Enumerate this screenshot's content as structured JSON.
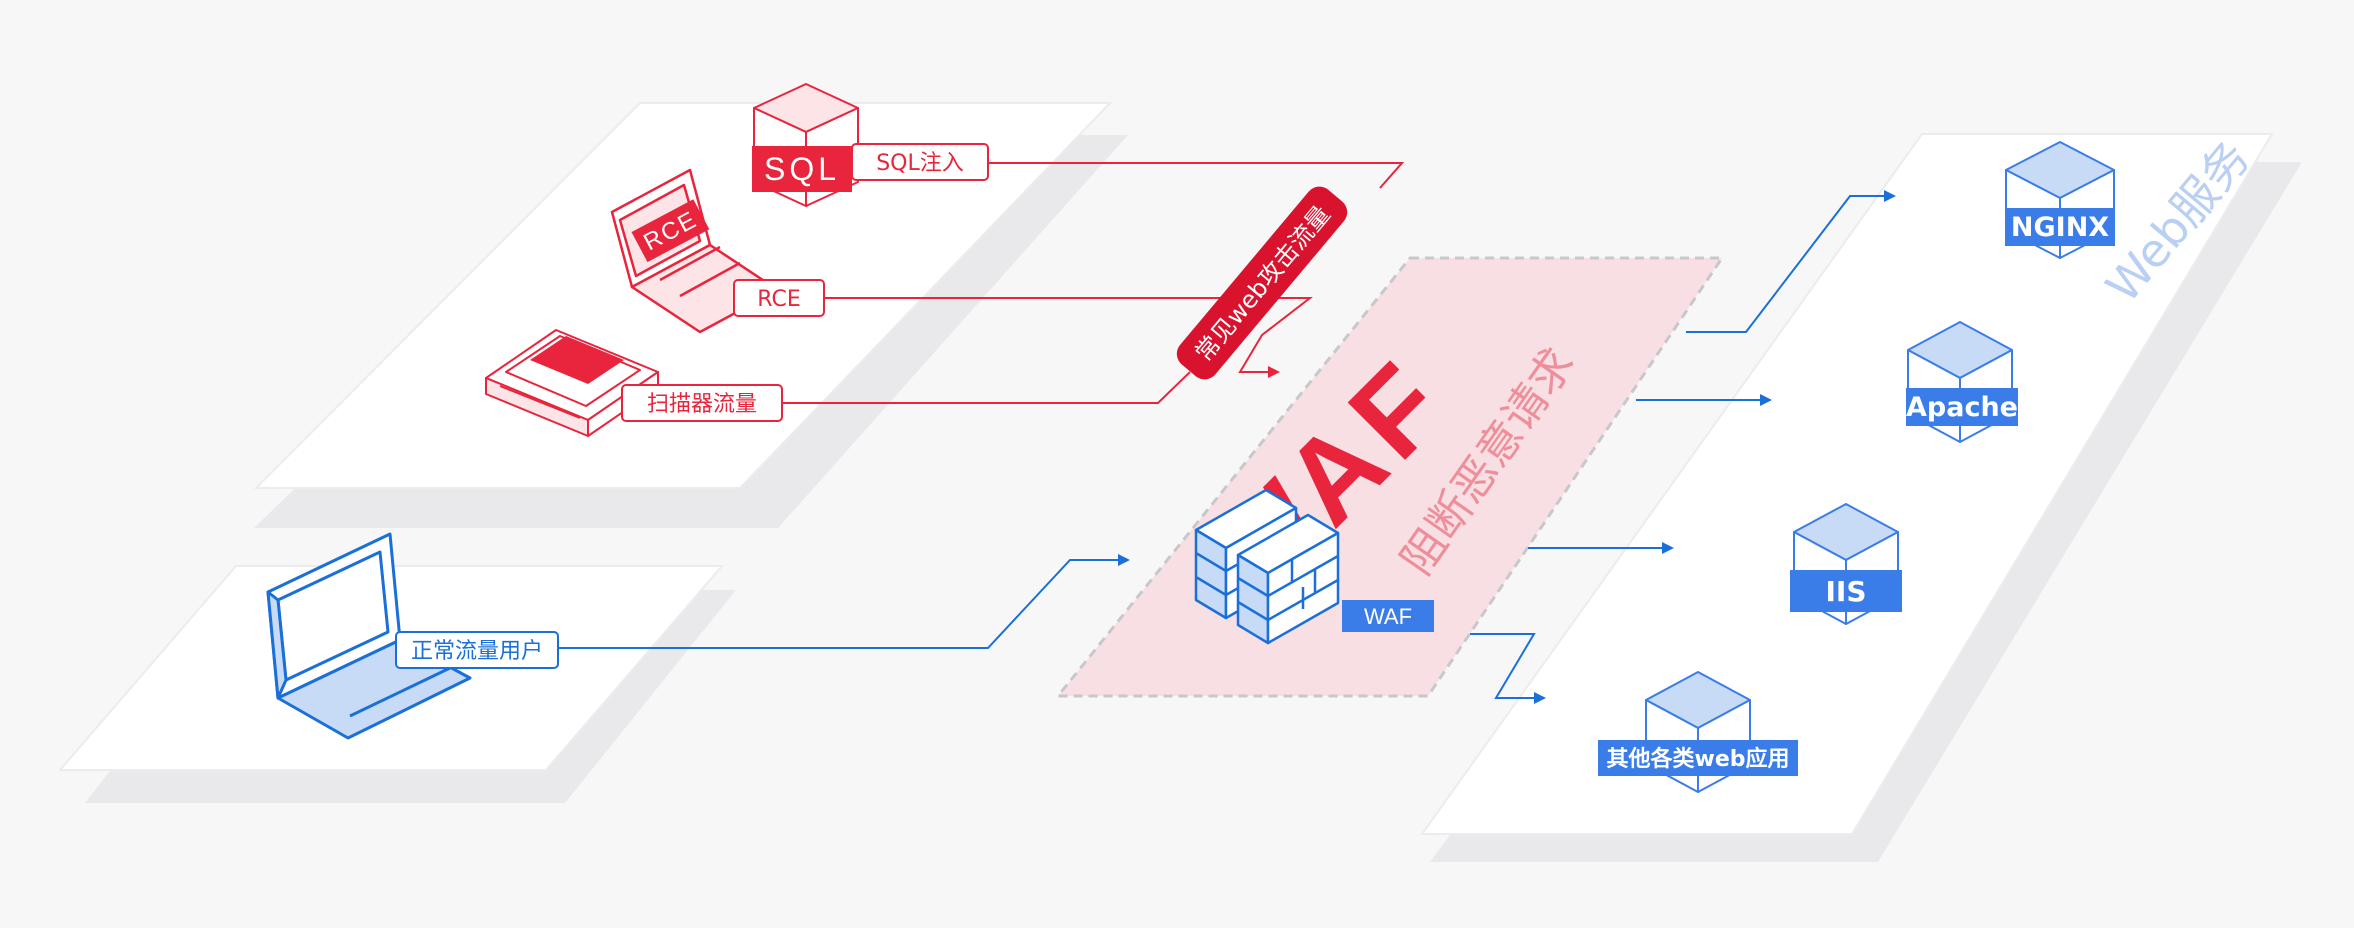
{
  "attack": {
    "sql_box_text": "SQL",
    "sql_label": "SQL注入",
    "rce_screen_text": "RCE",
    "rce_label": "RCE",
    "scanner_label": "扫描器流量",
    "banner": "常见web攻击流量"
  },
  "normal": {
    "user_label": "正常流量用户"
  },
  "waf": {
    "big_text": "WAF",
    "sub_text": "阻断恶意请求",
    "badge": "WAF"
  },
  "servers": {
    "title": "Web服务",
    "items": [
      "NGINX",
      "Apache",
      "IIS",
      "其他各类web应用"
    ]
  },
  "colors": {
    "red": "#e8253c",
    "blue": "#1a6fd8",
    "server_blue": "#3b7de8",
    "waf_zone": "#f7dfe3"
  }
}
